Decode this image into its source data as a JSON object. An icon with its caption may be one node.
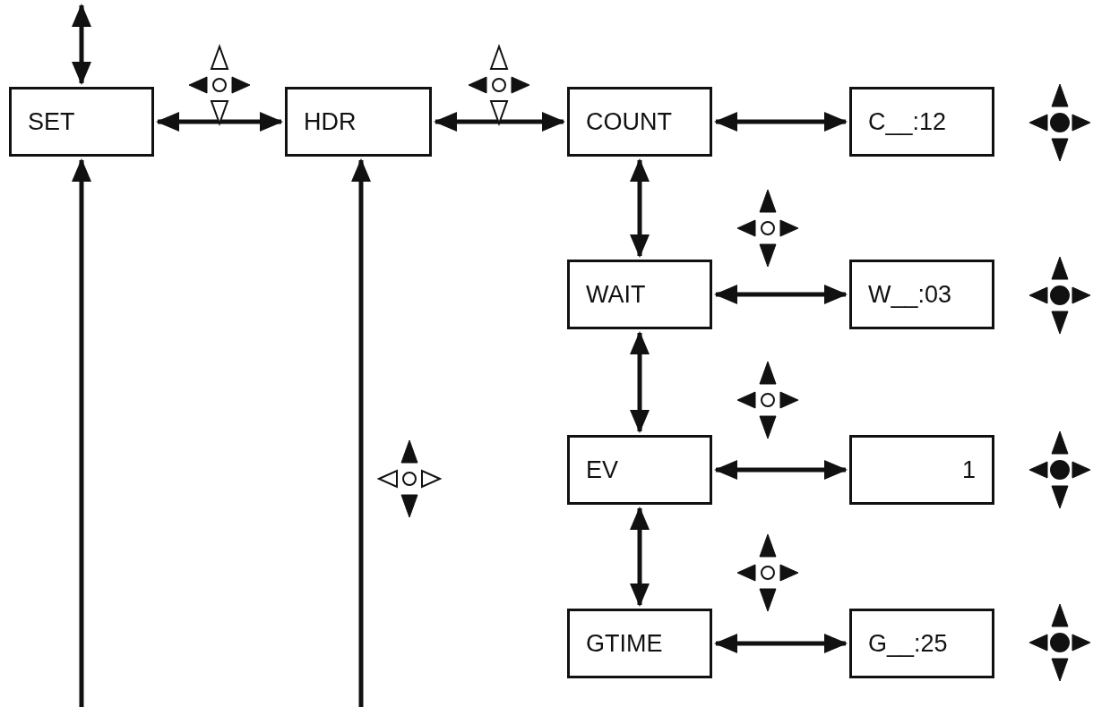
{
  "diagram": {
    "nodes": [
      {
        "text": [
          "SET"
        ]
      },
      {
        "text": [
          "HDR"
        ]
      },
      {
        "text": [
          "COUNT"
        ]
      },
      {
        "text": [
          "C__:12"
        ]
      },
      {
        "text": [
          "WAIT"
        ]
      },
      {
        "text": [
          "W__:03"
        ]
      },
      {
        "text": [
          "EV"
        ]
      },
      {
        "text": [
          "1"
        ]
      },
      {
        "text": [
          "GTIME"
        ]
      },
      {
        "text": [
          "G__:25"
        ]
      }
    ],
    "edges": [
      {
        "from": null,
        "to": 0,
        "arrow": "both"
      },
      {
        "from": 0,
        "to": 1,
        "arrow": "both"
      },
      {
        "from": 1,
        "to": 2,
        "arrow": "both"
      },
      {
        "from": 2,
        "to": 3,
        "arrow": "both"
      },
      {
        "from": 2,
        "to": 4,
        "arrow": "both"
      },
      {
        "from": 4,
        "to": 5,
        "arrow": "both"
      },
      {
        "from": 4,
        "to": 6,
        "arrow": "both"
      },
      {
        "from": 6,
        "to": 7,
        "arrow": "both"
      },
      {
        "from": 6,
        "to": 8,
        "arrow": "both"
      },
      {
        "from": 8,
        "to": 9,
        "arrow": "both"
      },
      {
        "from": null,
        "to": 0,
        "arrow": "to"
      },
      {
        "from": null,
        "to": 1,
        "arrow": "to"
      }
    ]
  }
}
